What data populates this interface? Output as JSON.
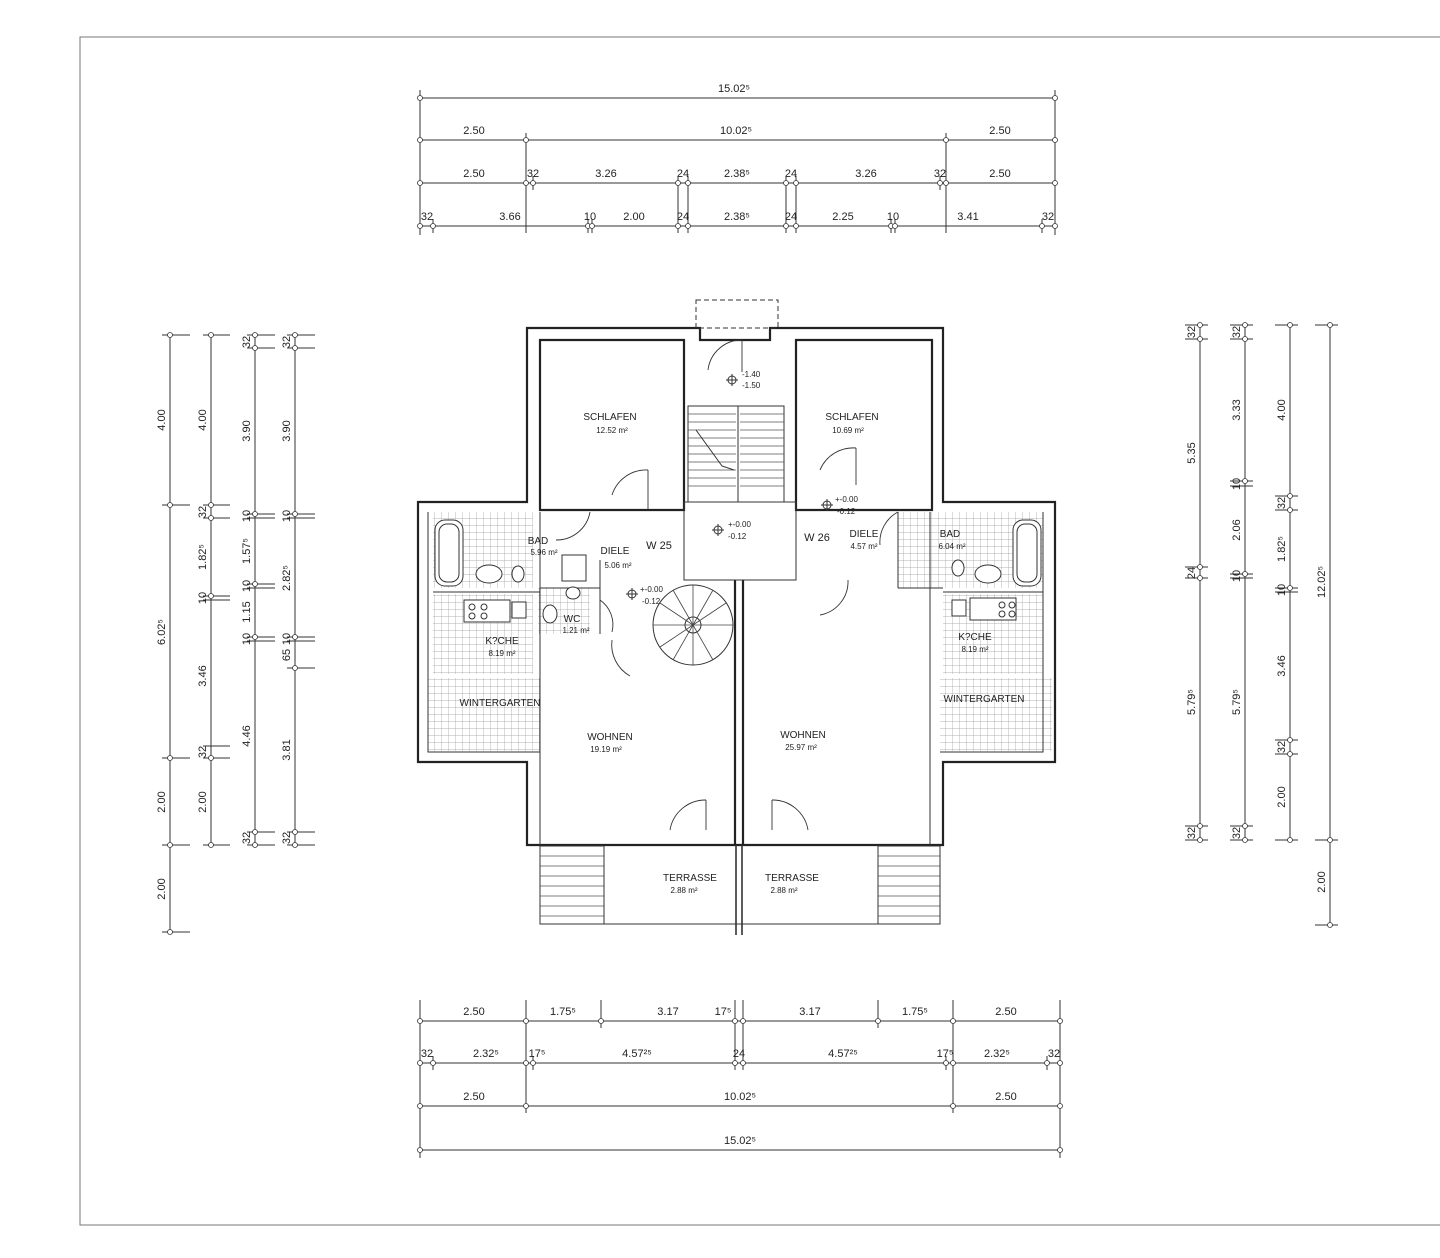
{
  "dims": {
    "top": {
      "row1": [
        "15.02⁵"
      ],
      "row2": [
        "2.50",
        "10.02⁵",
        "2.50"
      ],
      "row3": [
        "2.50",
        "32",
        "3.26",
        "24",
        "2.38⁵",
        "24",
        "3.26",
        "32",
        "2.50"
      ],
      "row4": [
        "32",
        "3.66",
        "10",
        "2.00",
        "24",
        "2.38⁵",
        "24",
        "2.25",
        "10",
        "3.41",
        "32"
      ]
    },
    "bottom": {
      "row1": [
        "2.50",
        "1.75⁵",
        "3.17",
        "17⁵",
        "3.17",
        "1.75⁵",
        "2.50"
      ],
      "row2": [
        "32",
        "2.32⁵",
        "17⁵",
        "4.57²⁵",
        "24",
        "4.57²⁵",
        "17⁵",
        "2.32⁵",
        "32"
      ],
      "row3": [
        "2.50",
        "10.02⁵",
        "2.50"
      ],
      "row4": [
        "15.02⁵"
      ]
    },
    "left": {
      "col1": [
        "4.00",
        "6.02⁵",
        "2.00",
        "2.00"
      ],
      "col2": [
        "4.00",
        "32",
        "1.82⁵",
        "10",
        "3.46",
        "32",
        "2.00"
      ],
      "col3": [
        "32",
        "3.90",
        "10",
        "1.57⁵",
        "10",
        "1.15",
        "10",
        "4.46",
        "32"
      ],
      "col4": [
        "32",
        "3.90",
        "10",
        "2.82⁵",
        "10",
        "65",
        "3.81",
        "32"
      ]
    },
    "right": {
      "col1": [
        "32",
        "5.35",
        "24",
        "5.79⁵",
        "32"
      ],
      "col2": [
        "32",
        "3.33",
        "10",
        "2.06",
        "10",
        "5.79⁵",
        "32"
      ],
      "col3": [
        "4.00",
        "32",
        "1.82⁵",
        "10",
        "3.46",
        "32",
        "2.00"
      ],
      "col4": [
        "12.02⁵",
        "2.00"
      ]
    }
  },
  "rooms": {
    "schlafen_left": {
      "name": "SCHLAFEN",
      "area": "12.52 m²"
    },
    "schlafen_right": {
      "name": "SCHLAFEN",
      "area": "10.69 m²"
    },
    "bad_left": {
      "name": "BAD",
      "area": "5.96 m²"
    },
    "bad_right": {
      "name": "BAD",
      "area": "6.04 m²"
    },
    "diele_left": {
      "name": "DIELE",
      "area": "5.06 m²"
    },
    "diele_right": {
      "name": "DIELE",
      "area": "4.57 m²"
    },
    "wc": {
      "name": "WC",
      "area": "1.21 m²"
    },
    "kueche_left": {
      "name": "K?CHE",
      "area": "8.19 m²"
    },
    "kueche_right": {
      "name": "K?CHE",
      "area": "8.19 m²"
    },
    "wintergarten_left": {
      "name": "WINTERGARTEN"
    },
    "wintergarten_right": {
      "name": "WINTERGARTEN"
    },
    "wohnen_left": {
      "name": "WOHNEN",
      "area": "19.19 m²"
    },
    "wohnen_right": {
      "name": "WOHNEN",
      "area": "25.97 m²"
    },
    "terrasse_left": {
      "name": "TERRASSE",
      "area": "2.88 m²"
    },
    "terrasse_right": {
      "name": "TERRASSE",
      "area": "2.88 m²"
    }
  },
  "units": {
    "left": "W 25",
    "right": "W 26"
  },
  "levels": {
    "stair_top": "-1.40",
    "stair_bottom": "-1.50",
    "landing_top": "+-0.00",
    "landing_bottom": "-0.12",
    "diele_left_top": "+-0.00",
    "diele_left_bottom": "-0.12",
    "diele_right_top": "+-0.00",
    "diele_right_bottom": "-0.12"
  }
}
